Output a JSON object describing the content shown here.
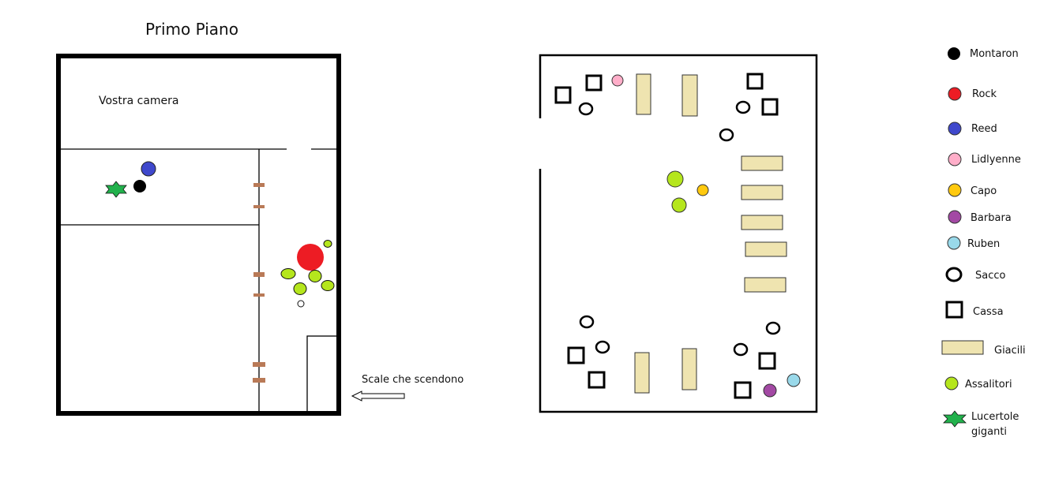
{
  "left_map": {
    "title": "Primo Piano",
    "room_label": "Vostra camera",
    "stairs_label": "Scale che scendono"
  },
  "legend": [
    {
      "label": "Montaron",
      "icon": "black-circle",
      "color": "#000000"
    },
    {
      "label": "Rock",
      "icon": "red-circle",
      "color": "#ed1c24"
    },
    {
      "label": "Reed",
      "icon": "blue-circle",
      "color": "#3f48cc"
    },
    {
      "label": "Lidlyenne",
      "icon": "pink-circle",
      "color": "#ffaec9"
    },
    {
      "label": "Capo",
      "icon": "yellow-circle",
      "color": "#ffc90e"
    },
    {
      "label": "Barbara",
      "icon": "purple-circle",
      "color": "#a349a4"
    },
    {
      "label": "Ruben",
      "icon": "light-blue-circle",
      "color": "#99d9ea"
    },
    {
      "label": "Sacco",
      "icon": "sack-icon",
      "color": "#000000"
    },
    {
      "label": "Cassa",
      "icon": "crate-icon",
      "color": "#000000"
    },
    {
      "label": "Giacili",
      "icon": "bed-icon",
      "color": "#efe4b0"
    },
    {
      "label": "Assalitori",
      "icon": "green-circle",
      "color": "#b5e61d"
    },
    {
      "label": "Lucertole giganti",
      "label_line1": "Lucertole",
      "label_line2": "giganti",
      "icon": "star-icon",
      "color": "#22b14c"
    }
  ]
}
